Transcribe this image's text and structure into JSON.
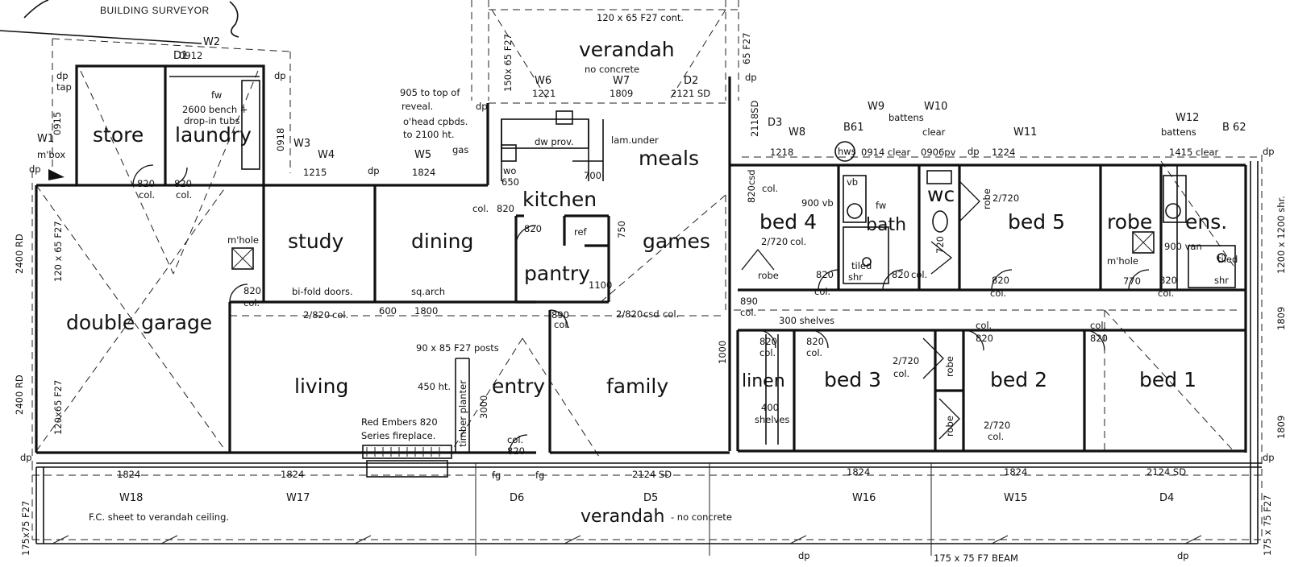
{
  "header": {
    "title_block": "BUILDING SURVEYOR"
  },
  "rooms": {
    "store": "store",
    "laundry": "laundry",
    "double_garage": "double garage",
    "study": "study",
    "dining": "dining",
    "kitchen": "kitchen",
    "pantry": "pantry",
    "meals": "meals",
    "games": "games",
    "living": "living",
    "entry": "entry",
    "family": "family",
    "verandah_top": "verandah",
    "bed4": "bed 4",
    "bath_top": "bath",
    "bath": "bath",
    "wc": "wc",
    "bed5": "bed 5",
    "robe": "robe",
    "ens": "ens.",
    "linen": "linen",
    "bed3": "bed 3",
    "bed2": "bed 2",
    "bed1": "bed 1",
    "verandah_bottom": "verandah"
  },
  "notes": {
    "no_concrete_top": "no concrete",
    "no_concrete_bottom": "- no concrete",
    "fc_sheet": "F.C. sheet to verandah ceiling.",
    "beam_f27_cont": "120 x 65 F27 cont.",
    "beam_f27_left_upper": "120 x 65 F27",
    "beam_f27_left_lower": "120x65 F27",
    "beam_150x65": "150x 65 F27",
    "beam_65_f27": "65 F27",
    "beam_175_left": "175x75 F27",
    "beam_175_right": "175 x 75 F27",
    "beam_f7": "175 x 75 F7 BEAM",
    "posts": "90 x 85 F27 posts",
    "ht_450": "450 ht.",
    "timber_planter": "timber planter",
    "fireplace_1": "Red Embers 820",
    "fireplace_2": "Series fireplace.",
    "bench_1": "2600 bench +",
    "bench_2": "drop-in tubs",
    "reveal_1": "905 to top of",
    "reveal_2": "reveal.",
    "ohead_1": "o'head cpbds.",
    "ohead_2": "to 2100 ht.",
    "gas": "gas",
    "dw_prov": "dw prov.",
    "lam_under": "lam.under",
    "ref": "ref",
    "mhole_garage": "m'hole",
    "mhole_ens": "m'hole",
    "mbox": "m'box",
    "tap": "tap",
    "bifold": "bi-fold doors.",
    "sq_arch": "sq.arch",
    "csd": "csd",
    "shelves_300": "300 shelves",
    "shelves_400_1": "400",
    "shelves_400_2": "shelves",
    "battens_w9": "battens",
    "battens_w12": "battens",
    "hws": "hws",
    "vb": "vb",
    "vb_900": "900 vb",
    "van_900": "900 van",
    "tiled_shr_left_1": "tiled",
    "tiled_shr_left_2": "shr",
    "tiled_shr_right_1": "tiled",
    "tiled_shr_right_2": "shr",
    "fw": "fw",
    "robe_small": "robe",
    "clear_1415": "1415 clear",
    "clear_0914": "0914 clear",
    "clear_w10": "clear"
  },
  "openings": {
    "W1": "W1",
    "W2": "W2",
    "W3": "W3",
    "W4": "W4",
    "W5": "W5",
    "W6": "W6",
    "W7": "W7",
    "W8": "W8",
    "W9": "W9",
    "W10": "W10",
    "W11": "W11",
    "W12": "W12",
    "W15": "W15",
    "W16": "W16",
    "W17": "W17",
    "W18": "W18",
    "D1": "D1",
    "D2": "D2",
    "D3": "D3",
    "D4": "D4",
    "D5": "D5",
    "D6": "D6",
    "B61": "B61",
    "B62": "B 62"
  },
  "dimensions": {
    "w2": "0912",
    "w1": "0915",
    "w3": "0918",
    "w4": "1215",
    "w5": "1824",
    "w6": "1221",
    "w7": "1809",
    "d2": "2121 SD",
    "d3": "2118SD",
    "w8": "1218",
    "w10": "0906pv",
    "w11": "1224",
    "w18": "1824",
    "w17": "1824",
    "d5": "2124 SD",
    "w16": "1824",
    "w15": "1824",
    "d4": "2124 SD",
    "left_upper": "2400 RD",
    "left_lower": "2400 RD",
    "right_upper": "1200 x 1200 shr.",
    "right_mid": "1809",
    "right_lower": "1809",
    "kitchen_700": "700",
    "kitchen_650": "650",
    "wo": "wo",
    "pantry_1100": "1100",
    "pantry_750": "750",
    "arch_600": "600",
    "arch_1800": "1800",
    "entry_3000": "3000",
    "linen_1000": "1000",
    "bed4_vert": "820csd",
    "col": "col.",
    "col_820": "820",
    "col_890": "890",
    "col_2820": "2/820",
    "door_2720": "2/720",
    "d720": "720",
    "d770": "770",
    "dp": "dp",
    "fg": "fg"
  }
}
